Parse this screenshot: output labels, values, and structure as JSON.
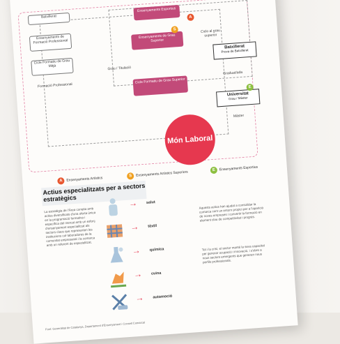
{
  "flow": {
    "top_left_1": "Batxillerat",
    "top_left_2": "Ensenyaments de Formació Professional",
    "top_left_3": "Cicle Formatiu de Grau Mitjà",
    "left_bottom": "Formació Professional",
    "pink_top": "Ensenyaments Esportius",
    "pink_mid": "Ensenyaments de Grau Superior",
    "pink_low": "Cicle Formatiu de Grau Superior",
    "right_box_title": "Batxillerat",
    "right_box_sub": "Prova de Batxillerat",
    "right_top_note": "Ciclo al grau superior",
    "mid_label": "Grau / Titulació",
    "right_mid": "Graduat/ada",
    "univ_title": "Universitat",
    "univ_sub": "Grau / Màster",
    "right_low": "Màster",
    "mon_laboral": "Món Laboral"
  },
  "legend": [
    {
      "letter": "A",
      "label": "Ensenyaments Artístics",
      "color": "#e8572f"
    },
    {
      "letter": "S",
      "label": "Ensenyaments Artístics Superiors",
      "color": "#f0a020"
    },
    {
      "letter": "E",
      "label": "Ensenyaments Esportius",
      "color": "#8cbf3f"
    }
  ],
  "section": {
    "title": "Actius especialitzats per a sectors estratègics",
    "left_text": "La estratègia de l'Àrea compta amb actius diversificats d'una oferta única en la programació formativa i específica del mercat amb un esforç d'ensenyament especialitzat als sectors claus que representen les institucions col·laboradores de la comunitat empresarial i la comarca amb un referent de especialitzat.",
    "right_text_1": "Aquests actius han ajudat a consolidar la comarca com un entorn propici per a l'aparició de noves empreses i convertir la formació en element clau de competitivitat i progrés.",
    "right_text_2": "Tot i la crisi, el sector manté la seva capacitat per generar ocupació i innovació, i s'obre a nous sectors emergents que generen nous perfils professionals.",
    "sectors": [
      "salut",
      "tèxtil",
      "química",
      "cuina",
      "automoció"
    ]
  },
  "footer": "Font: Generalitat de Catalunya, Departament d'Ensenyament i Consell Comarcal"
}
